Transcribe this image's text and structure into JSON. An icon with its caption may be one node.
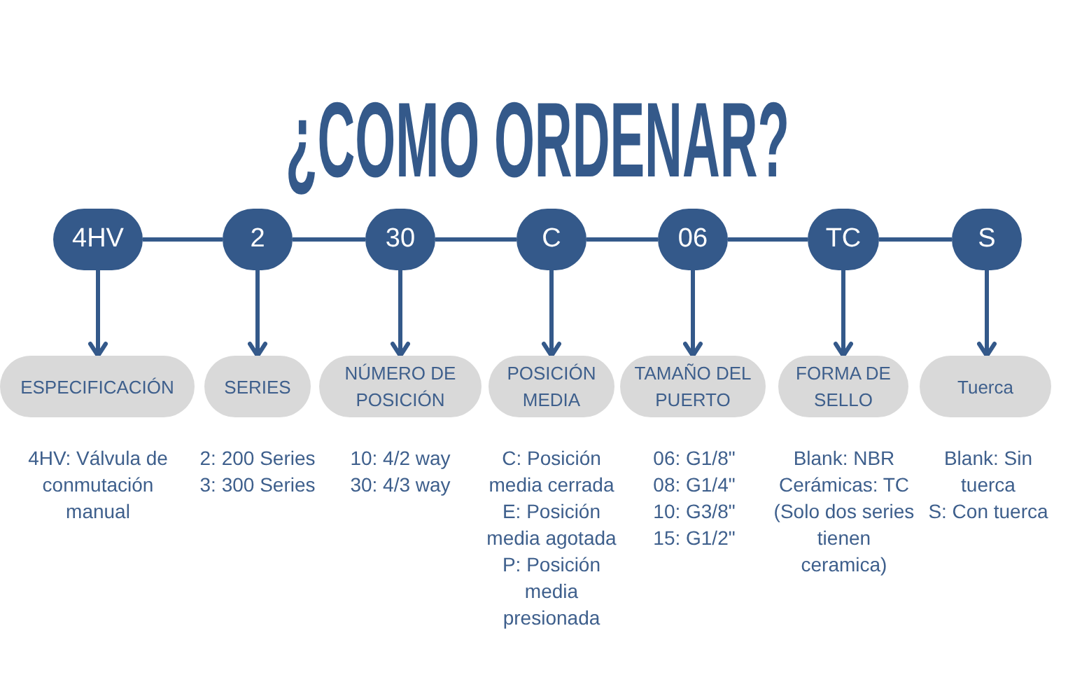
{
  "diagram": {
    "title": "¿COMO ORDENAR?",
    "nodes": [
      {
        "text": [
          "4HV"
        ]
      },
      {
        "text": [
          "2"
        ]
      },
      {
        "text": [
          "30"
        ]
      },
      {
        "text": [
          "C"
        ]
      },
      {
        "text": [
          "06"
        ]
      },
      {
        "text": [
          "TC"
        ]
      },
      {
        "text": [
          "S"
        ]
      },
      {
        "text": [
          "ESPECIFICACIÓN"
        ],
        "beside": [
          "4HV: Válvula de conmutación manual"
        ]
      },
      {
        "text": [
          "SERIES"
        ],
        "beside": [
          "2: 200 Series",
          "3: 300 Series"
        ]
      },
      {
        "text": [
          "NÚMERO DE POSICIÓN"
        ],
        "beside": [
          "10: 4/2 way",
          "30: 4/3 way"
        ]
      },
      {
        "text": [
          "POSICIÓN MEDIA"
        ],
        "beside": [
          "C: Posición media cerrada",
          "E: Posición media agotada",
          "P: Posición media presionada"
        ]
      },
      {
        "text": [
          "TAMAÑO DEL PUERTO"
        ],
        "beside": [
          "06: G1/8\"",
          "08: G1/4\"",
          "10: G3/8\"",
          "15: G1/2\""
        ]
      },
      {
        "text": [
          "FORMA DE SELLO"
        ],
        "beside": [
          "Blank: NBR",
          "Cerámicas: TC",
          "(Solo dos series tienen ceramica)"
        ]
      },
      {
        "text": [
          "Tuerca"
        ],
        "beside": [
          "Blank: Sin tuerca",
          "S: Con tuerca"
        ]
      }
    ],
    "edges": [
      {
        "from": 0,
        "to": 1,
        "arrow": "none"
      },
      {
        "from": 1,
        "to": 2,
        "arrow": "none"
      },
      {
        "from": 2,
        "to": 3,
        "arrow": "none"
      },
      {
        "from": 3,
        "to": 4,
        "arrow": "none"
      },
      {
        "from": 4,
        "to": 5,
        "arrow": "none"
      },
      {
        "from": 5,
        "to": 6,
        "arrow": "none"
      },
      {
        "from": 0,
        "to": 7,
        "arrow": "to"
      },
      {
        "from": 1,
        "to": 8,
        "arrow": "to"
      },
      {
        "from": 2,
        "to": 9,
        "arrow": "to"
      },
      {
        "from": 3,
        "to": 10,
        "arrow": "to"
      },
      {
        "from": 4,
        "to": 11,
        "arrow": "to"
      },
      {
        "from": 5,
        "to": 12,
        "arrow": "to"
      },
      {
        "from": 6,
        "to": 13,
        "arrow": "to"
      }
    ]
  }
}
